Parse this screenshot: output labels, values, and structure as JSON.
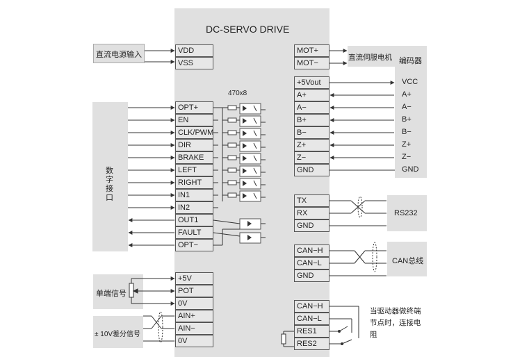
{
  "drive": {
    "title": "DC-SERVO DRIVE",
    "opto_label": "470x8"
  },
  "power": {
    "source_label": "直流电源输入",
    "pins": [
      "VDD",
      "VSS"
    ]
  },
  "motor": {
    "pins": [
      "MOT+",
      "MOT−"
    ],
    "label": "直流伺服电机"
  },
  "encoder": {
    "label": "编码器",
    "drive_pins": [
      "+5Vout",
      "A+",
      "A−",
      "B+",
      "B−",
      "Z+",
      "Z−",
      "GND"
    ],
    "signals": [
      "VCC",
      "A+",
      "A−",
      "B+",
      "B−",
      "Z+",
      "Z−",
      "GND"
    ]
  },
  "digital": {
    "label": "数字接口",
    "pins": [
      "OPT+",
      "EN",
      "CLK/PWM",
      "DIR",
      "BRAKE",
      "LEFT",
      "RIGHT",
      "IN1",
      "IN2",
      "OUT1",
      "FAULT",
      "OPT−"
    ]
  },
  "rs232": {
    "pins": [
      "TX",
      "RX",
      "GND"
    ],
    "label": "RS232"
  },
  "can": {
    "pins": [
      "CAN−H",
      "CAN−L",
      "GND"
    ],
    "label": "CAN总线"
  },
  "analog": {
    "pins": [
      "+5V",
      "POT",
      "0V",
      "AIN+",
      "AIN−",
      "0V"
    ],
    "single_label": "单端信号",
    "diff_label": "± 10V差分信号"
  },
  "termination": {
    "pins": [
      "CAN−H",
      "CAN−L",
      "RES1",
      "RES2"
    ],
    "note": "当驱动器做终端节点时，连接电阻"
  }
}
